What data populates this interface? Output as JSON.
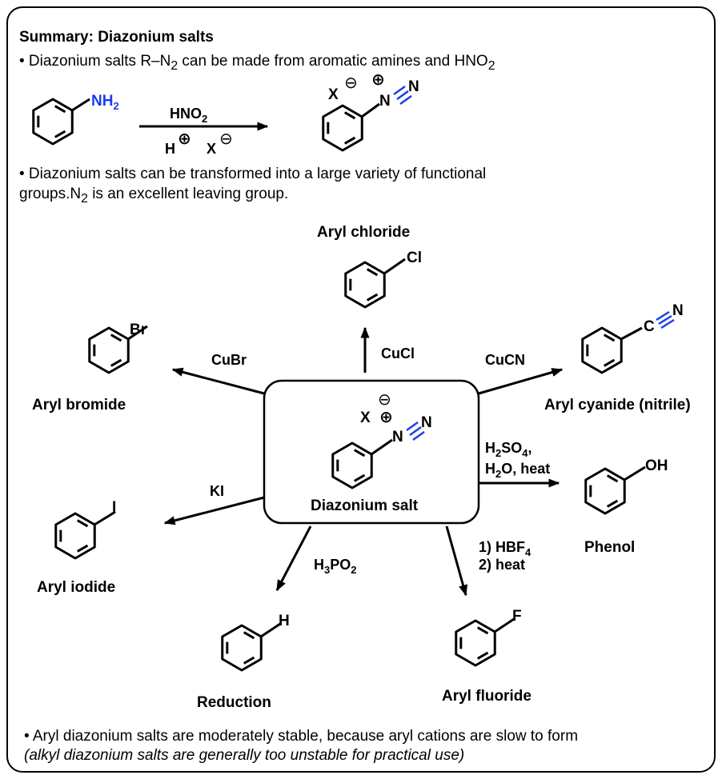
{
  "summary": {
    "title": "Summary: Diazonium salts",
    "bullet1_text": "• Diazonium salts R–N",
    "bullet1_sub": "2",
    "bullet1_tail": " can be made from aromatic amines and HNO",
    "bullet1_sub2": "2",
    "bullet2_line1": "• Diazonium salts can be transformed into a large variety of functional",
    "bullet2_line2_a": "groups.N",
    "bullet2_line2_sub": "2",
    "bullet2_line2_b": " is an excellent leaving group.",
    "bullet3": "• Aryl diazonium salts are moderately stable, because aryl cations are slow to form",
    "note": "(alkyl diazonium salts are generally too unstable for practical use)"
  },
  "atoms": {
    "nh2": "NH",
    "nh2_sub": "2",
    "x": "X",
    "n": "N",
    "h": "H",
    "cl": "Cl",
    "br": "Br",
    "i": "I",
    "oh": "OH",
    "f": "F",
    "cn_c": "C",
    "cn_n": "N"
  },
  "charges": {
    "minus": "⊖",
    "plus": "⊕"
  },
  "reaction_top": {
    "reagent": "HNO",
    "reagent_sub": "2",
    "acid": "H",
    "anion": "X"
  },
  "center": {
    "label": "Diazonium salt"
  },
  "products": {
    "chloride": {
      "label": "Aryl chloride",
      "reagent": "CuCl"
    },
    "bromide": {
      "label": "Aryl bromide",
      "reagent": "CuBr"
    },
    "cyanide": {
      "label": "Aryl cyanide (nitrile)",
      "reagent": "CuCN"
    },
    "iodide": {
      "label": "Aryl iodide",
      "reagent": "KI"
    },
    "phenol": {
      "label": "Phenol",
      "reagent_line1_a": "H",
      "reagent_line1_sub1": "2",
      "reagent_line1_b": "SO",
      "reagent_line1_sub2": "4",
      "reagent_line1_c": ",",
      "reagent_line2_a": "H",
      "reagent_line2_sub": "2",
      "reagent_line2_b": "O, heat"
    },
    "reduction": {
      "label": "Reduction",
      "reagent_a": "H",
      "reagent_sub1": "3",
      "reagent_b": "PO",
      "reagent_sub2": "2"
    },
    "fluoride": {
      "label": "Aryl fluoride",
      "reagent_line1": "1) HBF",
      "reagent_line1_sub": "4",
      "reagent_line2": "2) heat"
    }
  },
  "colors": {
    "nitrogen": "#1a3cf0",
    "chlorine": "#22c022",
    "bromine": "#22c022",
    "fluorine": "#22c022",
    "oxygen": "#e8200a",
    "iodine": "#e020c0",
    "counterion": "#8c8c8c",
    "line": "#000000"
  }
}
